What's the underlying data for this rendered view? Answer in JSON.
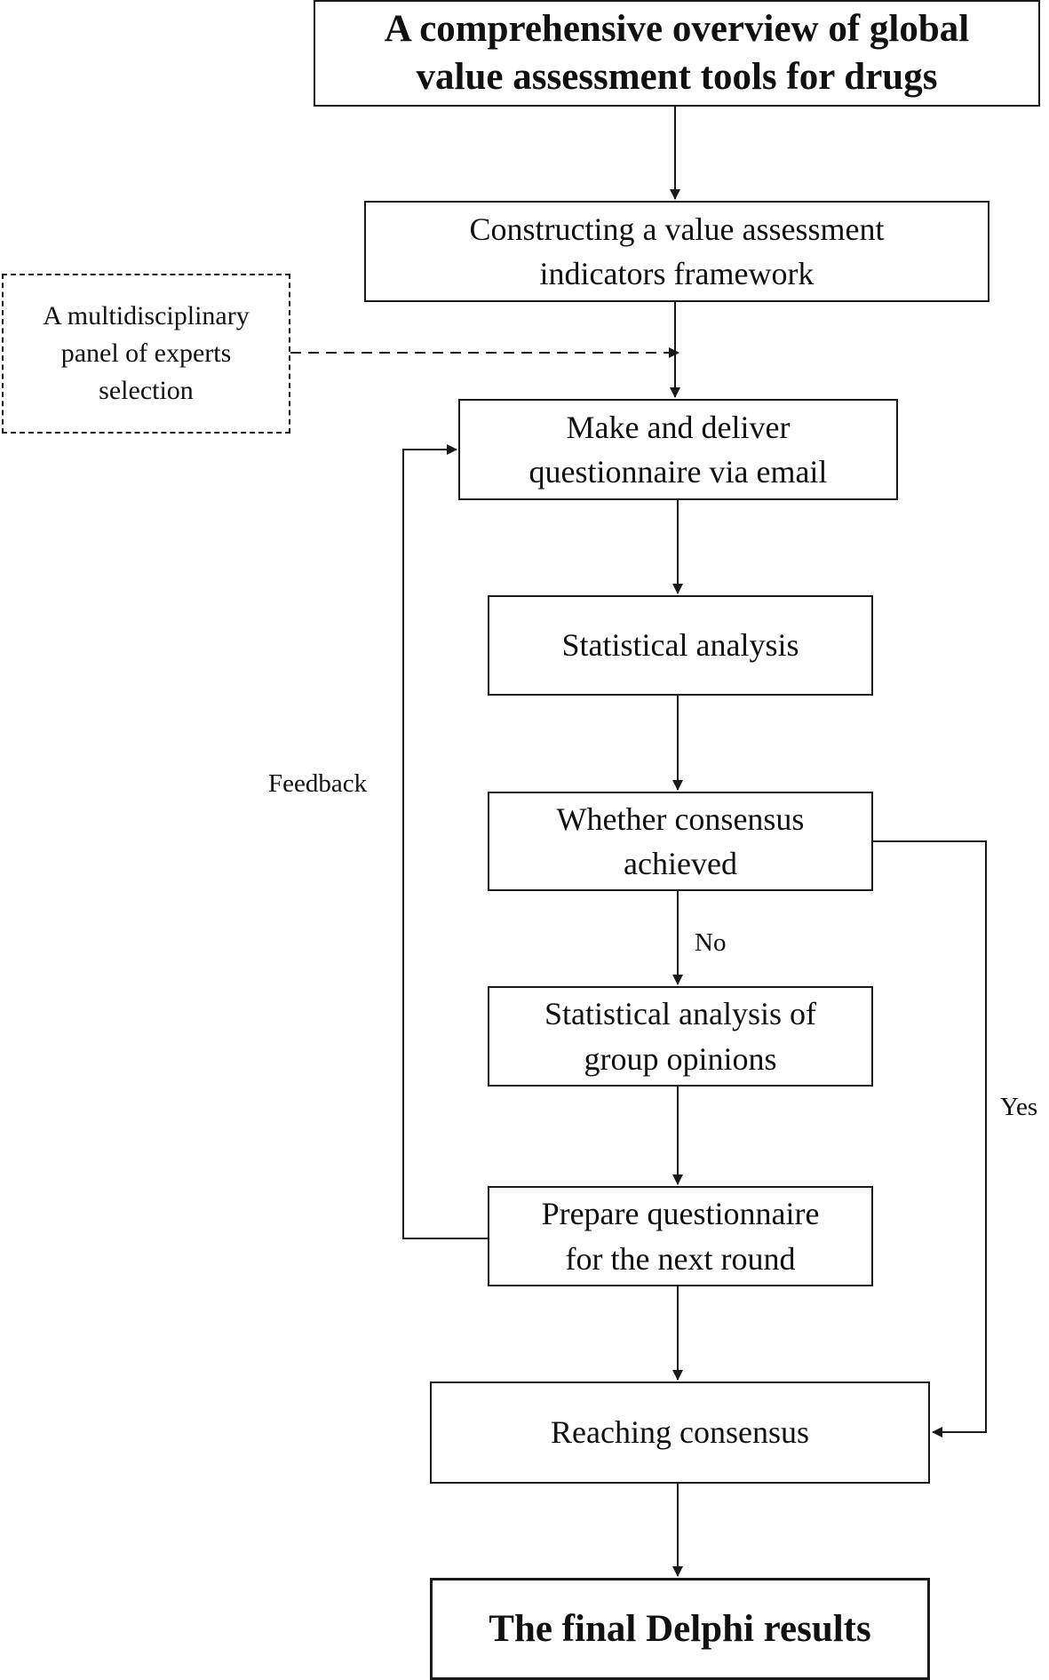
{
  "diagram": {
    "nodes": [
      {
        "id": "overview",
        "text": "A comprehensive overview of global\nvalue assessment tools for drugs"
      },
      {
        "id": "framework",
        "text": "Constructing a value assessment\nindicators framework"
      },
      {
        "id": "panel",
        "text": "A multidisciplinary\npanel of experts\nselection"
      },
      {
        "id": "questionnaire",
        "text": "Make and deliver\nquestionnaire via email"
      },
      {
        "id": "analysis",
        "text": "Statistical analysis"
      },
      {
        "id": "consensus_check",
        "text": "Whether consensus\nachieved"
      },
      {
        "id": "group_opinions",
        "text": "Statistical analysis of\ngroup opinions"
      },
      {
        "id": "prepare",
        "text": "Prepare questionnaire\nfor the next round"
      },
      {
        "id": "reaching",
        "text": "Reaching consensus"
      },
      {
        "id": "final",
        "text": "The final Delphi results"
      }
    ],
    "edge_labels": {
      "no": "No",
      "yes": "Yes",
      "feedback": "Feedback"
    },
    "edges": [
      {
        "from": "overview",
        "to": "framework",
        "style": "solid"
      },
      {
        "from": "framework",
        "to": "questionnaire",
        "style": "solid"
      },
      {
        "from": "panel",
        "to": "questionnaire",
        "style": "dashed"
      },
      {
        "from": "questionnaire",
        "to": "analysis",
        "style": "solid"
      },
      {
        "from": "analysis",
        "to": "consensus_check",
        "style": "solid"
      },
      {
        "from": "consensus_check",
        "to": "group_opinions",
        "style": "solid",
        "label": "No"
      },
      {
        "from": "group_opinions",
        "to": "prepare",
        "style": "solid"
      },
      {
        "from": "prepare",
        "to": "questionnaire",
        "style": "solid",
        "label": "Feedback"
      },
      {
        "from": "consensus_check",
        "to": "reaching",
        "style": "solid",
        "label": "Yes"
      },
      {
        "from": "prepare",
        "to": "reaching",
        "style": "solid"
      },
      {
        "from": "reaching",
        "to": "final",
        "style": "solid"
      }
    ]
  }
}
